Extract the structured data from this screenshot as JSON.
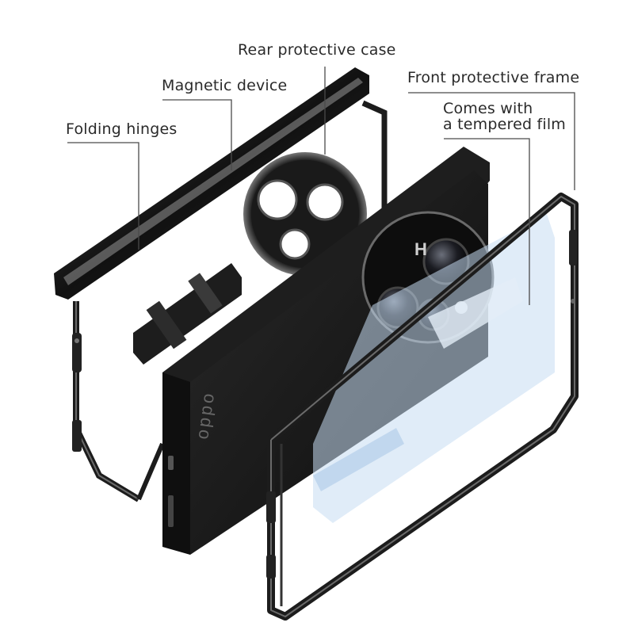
{
  "labels": {
    "rear_case": "Rear protective case",
    "magnetic": "Magnetic device",
    "hinges": "Folding hinges",
    "front_frame": "Front protective frame",
    "film_line1": "Comes with",
    "film_line2": "a tempered film"
  },
  "device": {
    "brand_mark": "oppo",
    "lens_badge_text": "H"
  },
  "colors": {
    "background": "#ffffff",
    "frame_metal": "#1c1c1c",
    "frame_highlight": "#6a6a6a",
    "leather": "#141414",
    "film_blue": "#c7ddf2",
    "label_text": "#2a2a2a",
    "leader_line": "#4a4a4a"
  }
}
